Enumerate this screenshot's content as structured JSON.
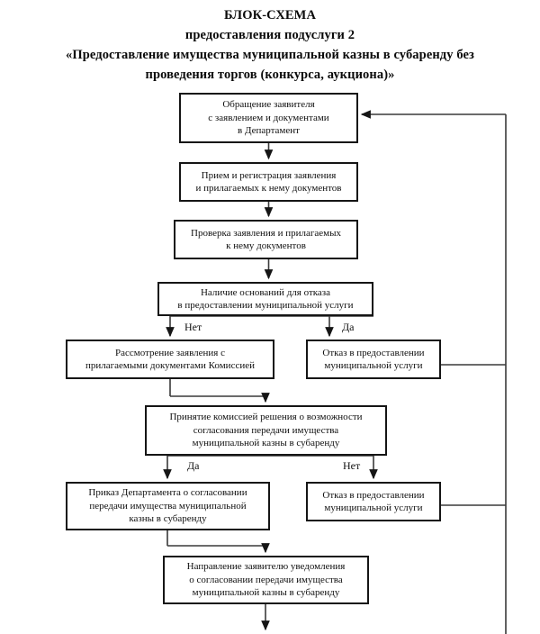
{
  "document": {
    "title_lines": [
      "БЛОК-СХЕМА",
      "предоставления подуслуги 2",
      "«Предоставление имущества муниципальной казны в субаренду без",
      "проведения торгов (конкурса, аукциона)»"
    ]
  },
  "flowchart": {
    "type": "flowchart",
    "orientation": "top-to-bottom",
    "nodes": [
      {
        "id": "application",
        "text": "Обращение заявителя\nс заявлением и документами\nв Департамент"
      },
      {
        "id": "registration",
        "text": "Прием и регистрация заявления\nи прилагаемых к нему документов"
      },
      {
        "id": "verification",
        "text": "Проверка заявления и прилагаемых\nк нему документов"
      },
      {
        "id": "grounds",
        "text": "Наличие оснований для отказа\nв предоставлении муниципальной услуги"
      },
      {
        "id": "review",
        "text": "Рассмотрение заявления с\nприлагаемыми документами Комиссией"
      },
      {
        "id": "refusal1",
        "text": "Отказ в предоставлении\nмуниципальной услуги"
      },
      {
        "id": "commission",
        "text": "Принятие комиссией решения  о возможности\nсогласования передачи имущества\nмуниципальной казны в субаренду"
      },
      {
        "id": "order",
        "text": "Приказ Департамента о согласовании\nпередачи имущества муниципальной\nказны в субаренду"
      },
      {
        "id": "refusal2",
        "text": "Отказ в предоставлении\nмуниципальной услуги"
      },
      {
        "id": "notification",
        "text": "Направление заявителю уведомления\nо согласовании передачи имущества\nмуниципальной казны в субаренду"
      }
    ],
    "branch_labels": {
      "grounds_no": "Нет",
      "grounds_yes": "Да",
      "commission_yes": "Да",
      "commission_no": "Нет"
    },
    "colors": {
      "stroke": "#151515",
      "fill": "#ffffff",
      "text": "#101010"
    }
  }
}
